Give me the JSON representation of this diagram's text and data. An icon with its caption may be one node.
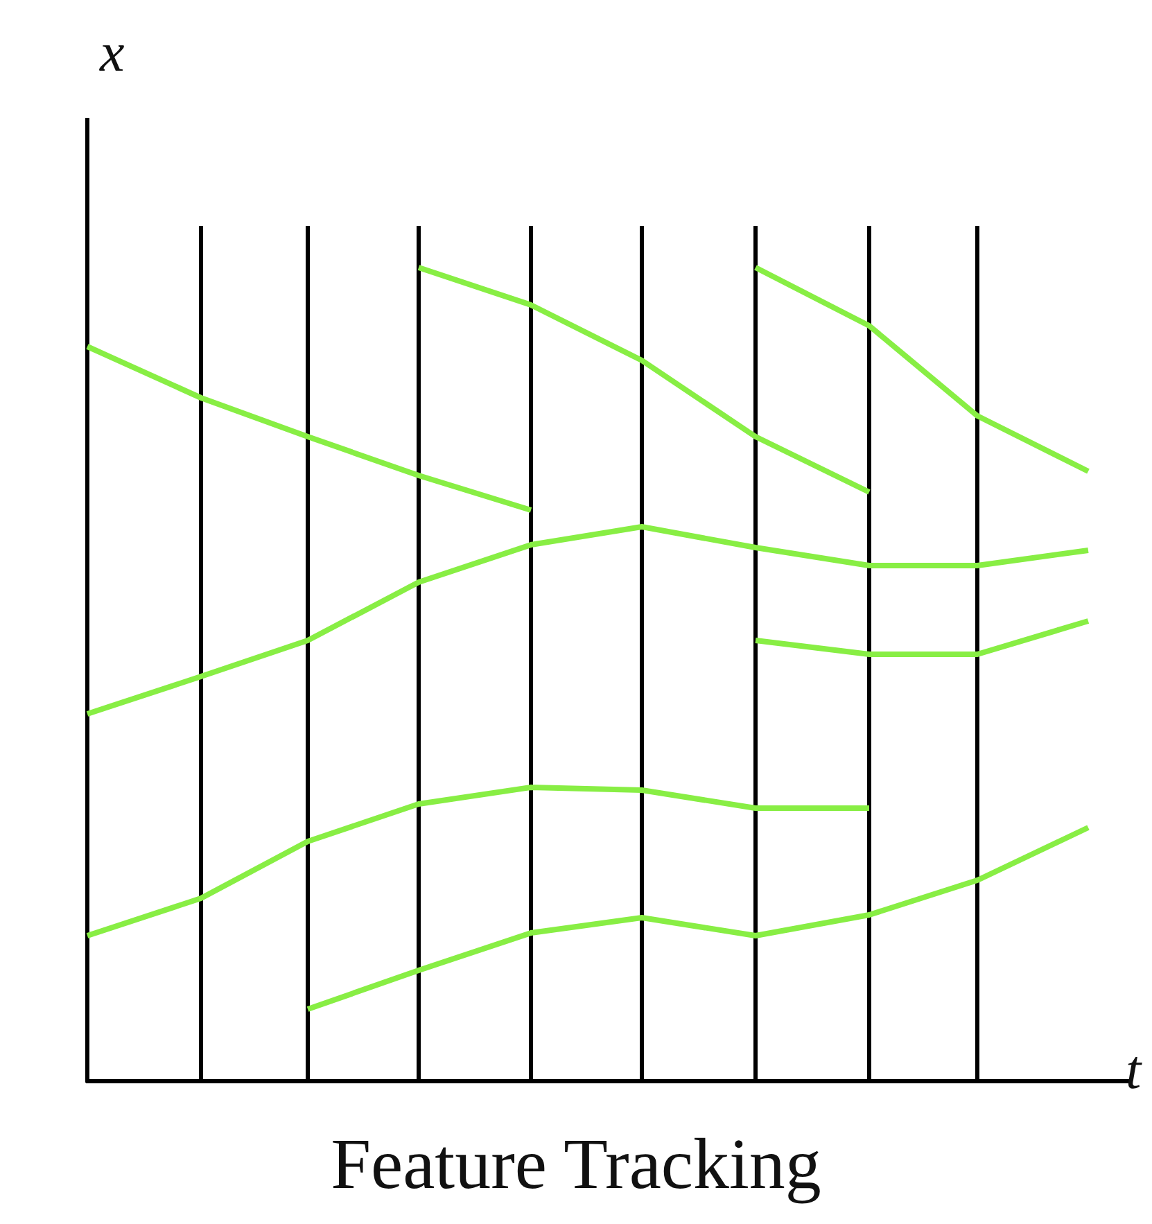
{
  "diagram": {
    "caption": "Feature Tracking",
    "labels": [
      "x",
      "t"
    ]
  }
}
